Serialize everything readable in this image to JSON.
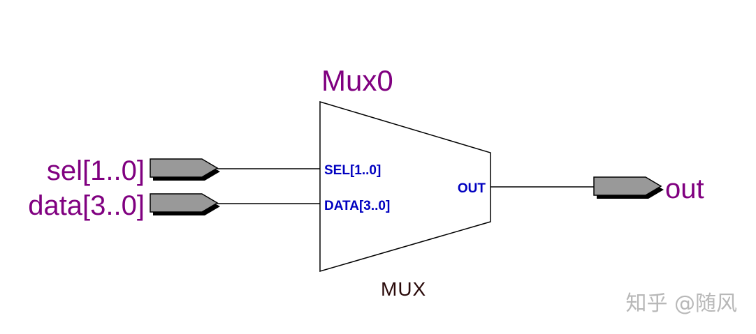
{
  "diagram": {
    "instance_name": "Mux0",
    "block_type": "MUX",
    "block_ports": {
      "inputs": [
        "SEL[1..0]",
        "DATA[3..0]"
      ],
      "output": "OUT"
    },
    "input_pins": [
      {
        "name": "sel[1..0]",
        "connects_to": "SEL[1..0]"
      },
      {
        "name": "data[3..0]",
        "connects_to": "DATA[3..0]"
      }
    ],
    "output_pins": [
      {
        "name": "out",
        "connects_from": "OUT"
      }
    ],
    "colors": {
      "signal_label": "#800080",
      "port_label": "#0000c0",
      "pin_fill": "#999999",
      "wire": "#000000",
      "type_label": "#2a0a0a"
    }
  },
  "watermark": "知乎 @随风"
}
